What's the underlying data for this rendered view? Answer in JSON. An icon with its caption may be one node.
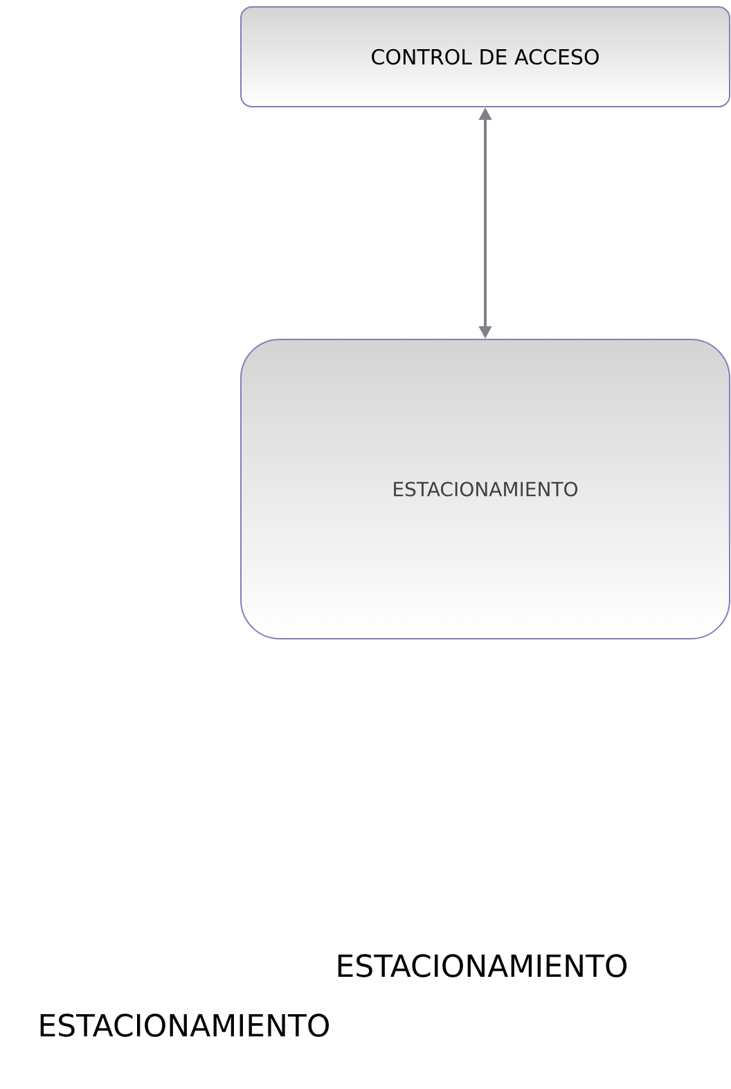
{
  "diagram": {
    "nodes": [
      {
        "text": [
          "CONTROL DE ACCESO"
        ]
      },
      {
        "text": [
          "ESTACIONAMIENTO"
        ]
      }
    ],
    "edges": [
      {
        "from": 0,
        "to": 1,
        "arrow": "both"
      }
    ],
    "labels": [
      "ESTACIONAMIENTO",
      "ESTACIONAMIENTO"
    ]
  }
}
